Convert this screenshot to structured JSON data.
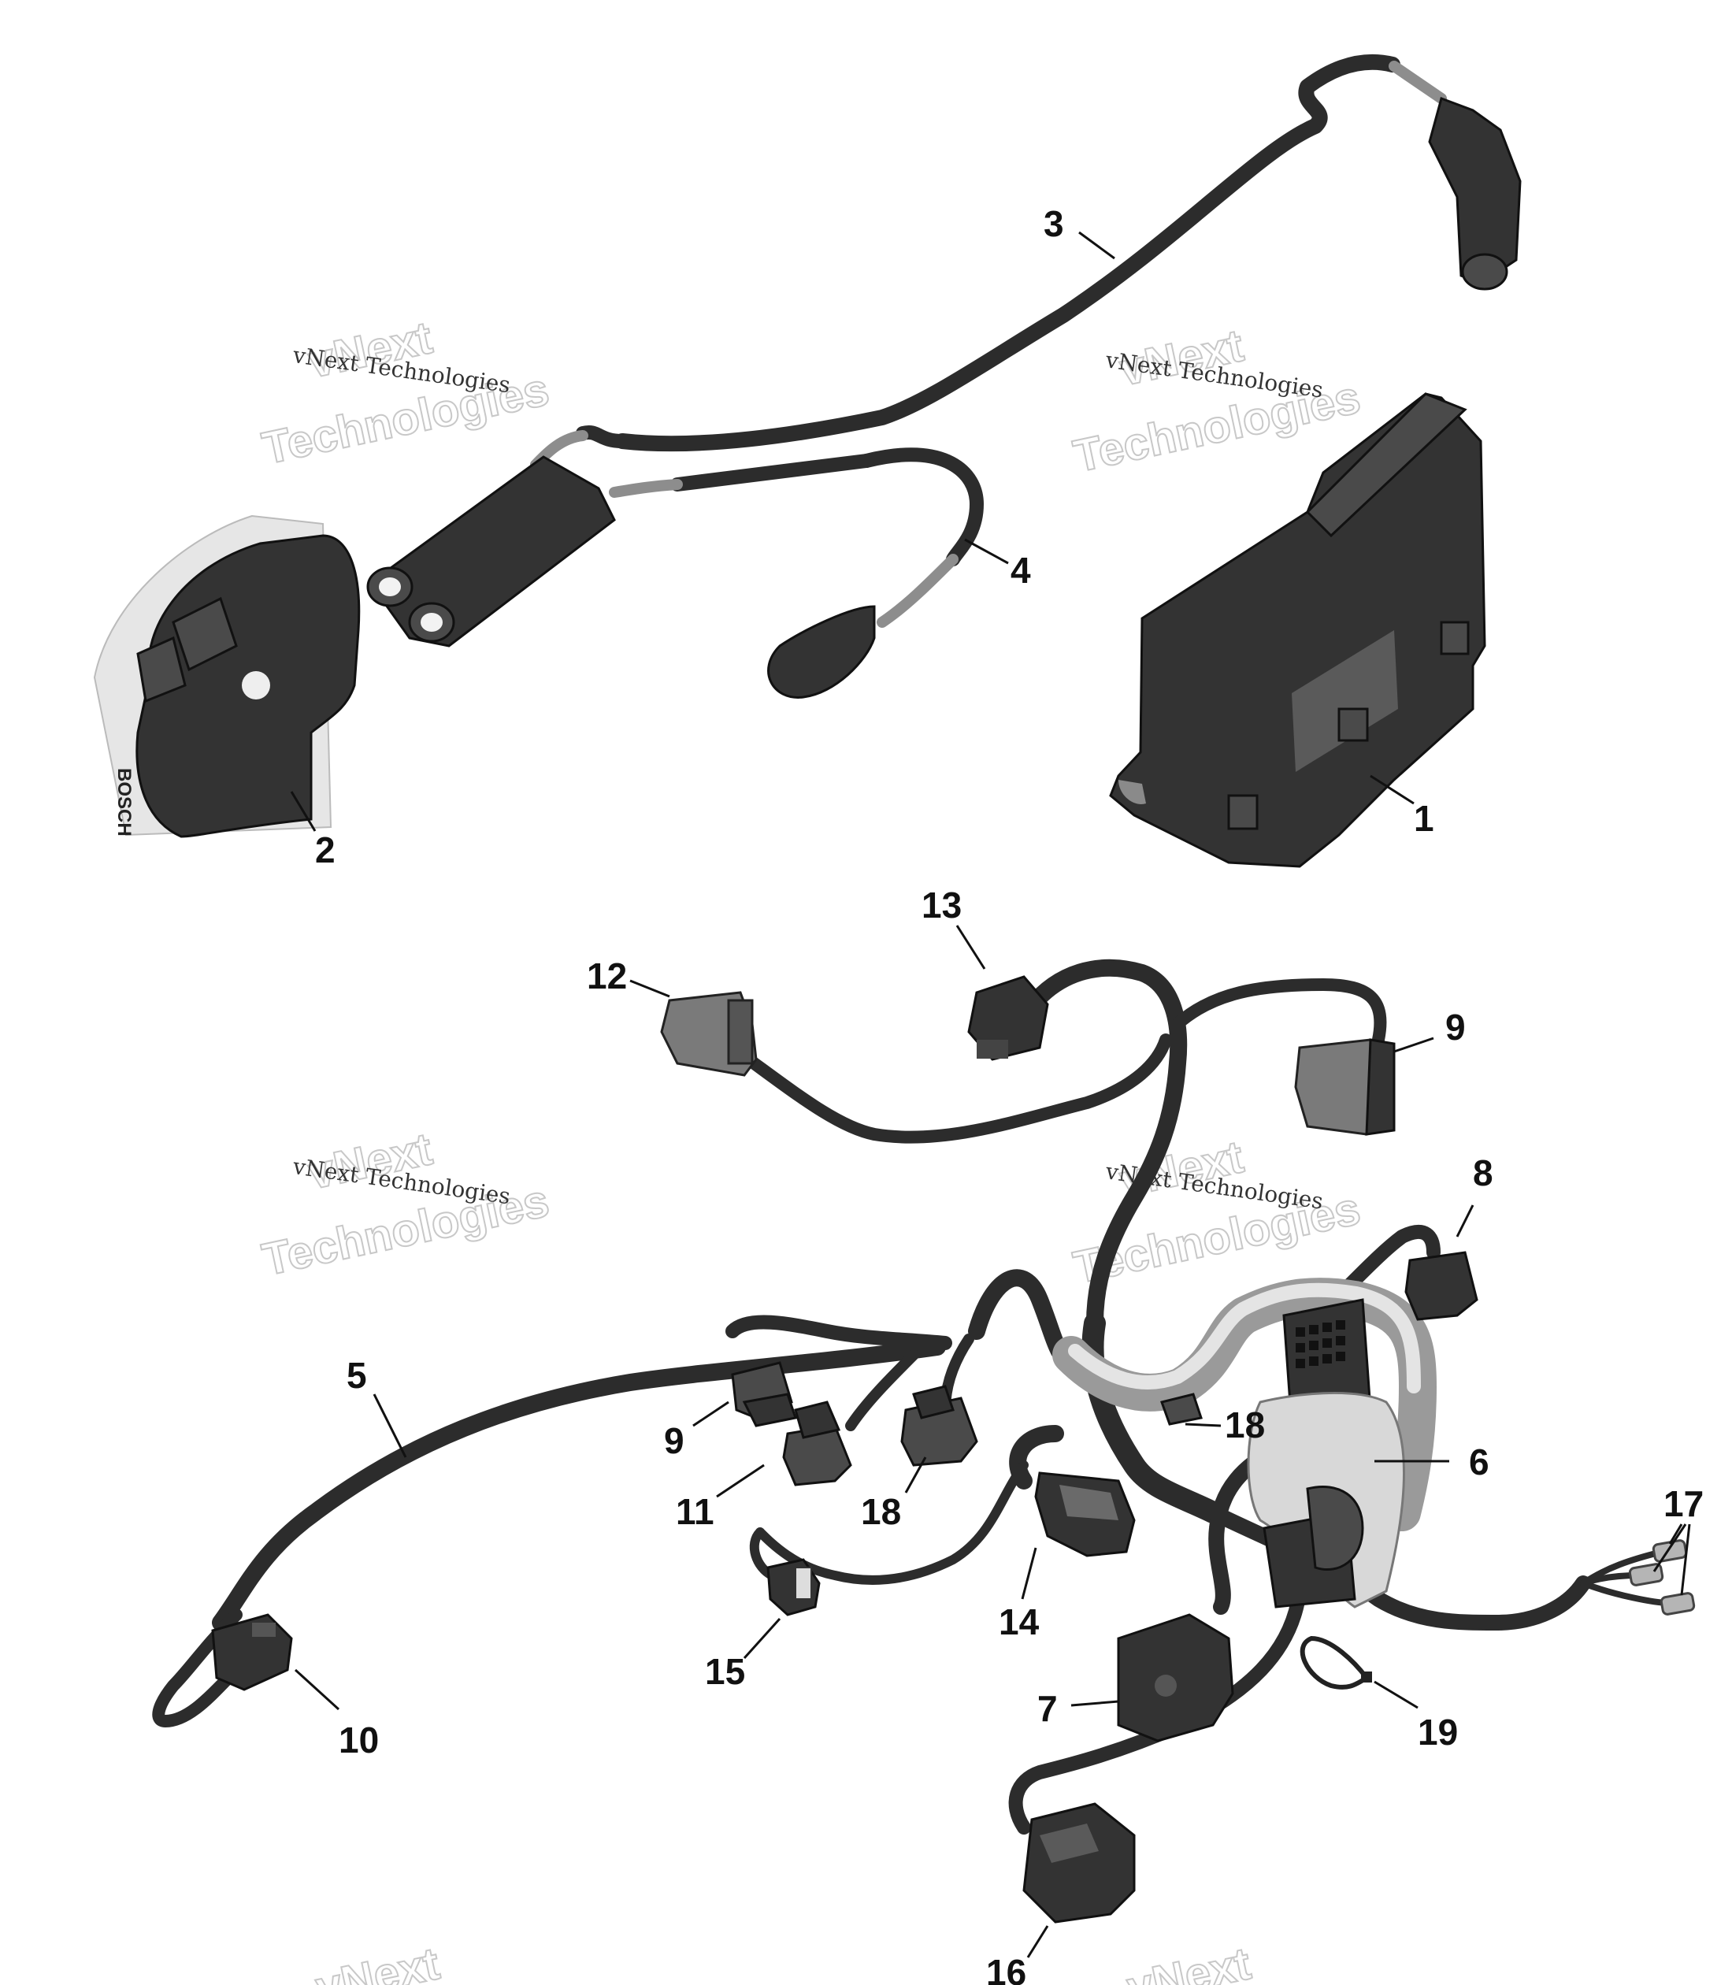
{
  "watermark": {
    "line_small": "vNext Technologies",
    "line_large_1": "vNext",
    "line_large_2": "Technologies"
  },
  "printed_text": {
    "brand_on_part_2": "BOSCH"
  },
  "callouts": [
    {
      "id": "callout-1",
      "label": "1"
    },
    {
      "id": "callout-2",
      "label": "2"
    },
    {
      "id": "callout-3",
      "label": "3"
    },
    {
      "id": "callout-4",
      "label": "4"
    },
    {
      "id": "callout-5",
      "label": "5"
    },
    {
      "id": "callout-6",
      "label": "6"
    },
    {
      "id": "callout-7",
      "label": "7"
    },
    {
      "id": "callout-8",
      "label": "8"
    },
    {
      "id": "callout-9a",
      "label": "9"
    },
    {
      "id": "callout-9b",
      "label": "9"
    },
    {
      "id": "callout-10",
      "label": "10"
    },
    {
      "id": "callout-11",
      "label": "11"
    },
    {
      "id": "callout-12",
      "label": "12"
    },
    {
      "id": "callout-13",
      "label": "13"
    },
    {
      "id": "callout-14",
      "label": "14"
    },
    {
      "id": "callout-15",
      "label": "15"
    },
    {
      "id": "callout-16",
      "label": "16"
    },
    {
      "id": "callout-17",
      "label": "17"
    },
    {
      "id": "callout-18a",
      "label": "18"
    },
    {
      "id": "callout-18b",
      "label": "18"
    },
    {
      "id": "callout-19",
      "label": "19"
    }
  ]
}
